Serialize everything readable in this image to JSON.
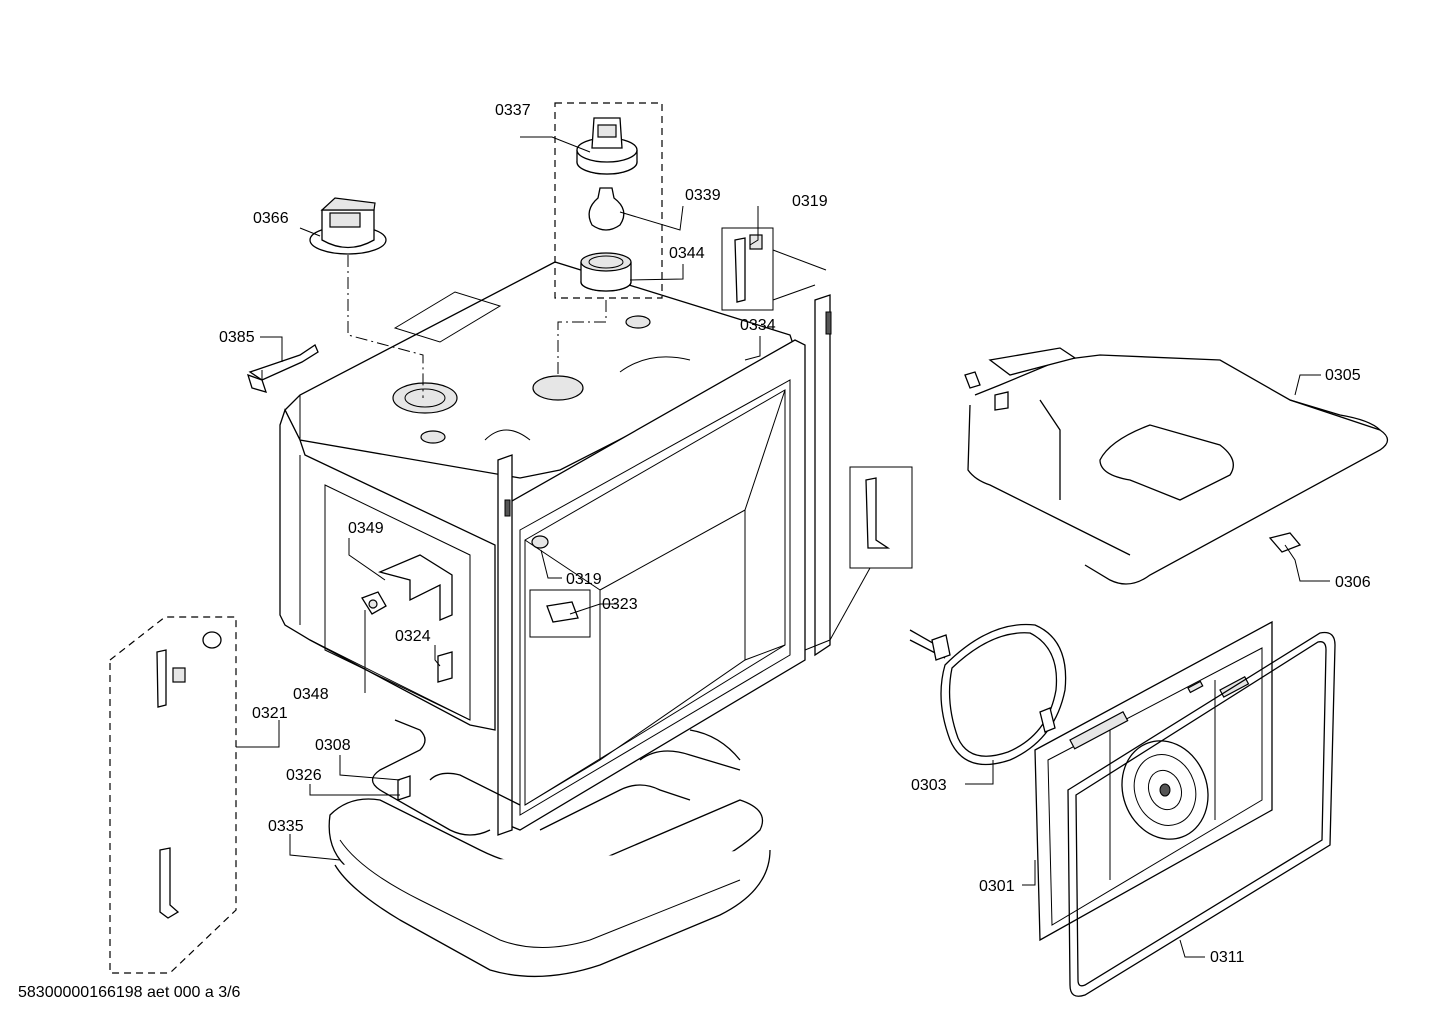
{
  "diagram": {
    "drawing_reference": "58300000166198 aet 000 a 3/6",
    "parts": [
      {
        "id": "p0337",
        "label": "0337"
      },
      {
        "id": "p0339",
        "label": "0339"
      },
      {
        "id": "p0344",
        "label": "0344"
      },
      {
        "id": "p0366",
        "label": "0366"
      },
      {
        "id": "p0319a",
        "label": "0319"
      },
      {
        "id": "p0334",
        "label": "0334"
      },
      {
        "id": "p0385",
        "label": "0385"
      },
      {
        "id": "p0305",
        "label": "0305"
      },
      {
        "id": "p0349",
        "label": "0349"
      },
      {
        "id": "p0319b",
        "label": "0319"
      },
      {
        "id": "p0323",
        "label": "0323"
      },
      {
        "id": "p0324",
        "label": "0324"
      },
      {
        "id": "p0306",
        "label": "0306"
      },
      {
        "id": "p0348",
        "label": "0348"
      },
      {
        "id": "p0321",
        "label": "0321"
      },
      {
        "id": "p0308",
        "label": "0308"
      },
      {
        "id": "p0326",
        "label": "0326"
      },
      {
        "id": "p0303",
        "label": "0303"
      },
      {
        "id": "p0335",
        "label": "0335"
      },
      {
        "id": "p0301",
        "label": "0301"
      },
      {
        "id": "p0311",
        "label": "0311"
      }
    ]
  }
}
